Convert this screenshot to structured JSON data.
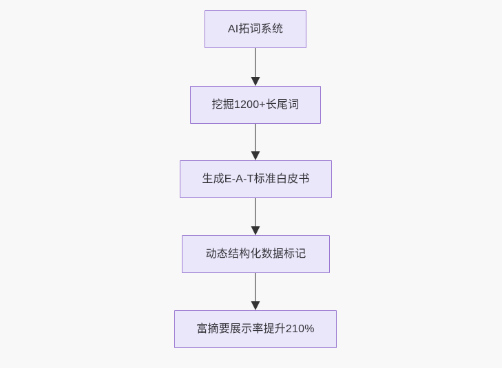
{
  "diagram": {
    "type": "flowchart",
    "orientation": "top-to-bottom",
    "background_color": "#f8f8f8",
    "node_fill_color": "#ebe7fb",
    "node_border_color": "#9a78d1",
    "text_color": "#333338",
    "edge_color": "#8d8d8d",
    "arrowhead_color": "#333333",
    "nodes": [
      {
        "id": "n1",
        "label": "AI拓词系统"
      },
      {
        "id": "n2",
        "label": "挖掘1200+长尾词"
      },
      {
        "id": "n3",
        "label": "生成E-A-T标准白皮书"
      },
      {
        "id": "n4",
        "label": "动态结构化数据标记"
      },
      {
        "id": "n5",
        "label": "富摘要展示率提升210%"
      }
    ],
    "edges": [
      {
        "from": "n1",
        "to": "n2",
        "label": ""
      },
      {
        "from": "n2",
        "to": "n3",
        "label": ""
      },
      {
        "from": "n3",
        "to": "n4",
        "label": ""
      },
      {
        "from": "n4",
        "to": "n5",
        "label": ""
      }
    ]
  }
}
